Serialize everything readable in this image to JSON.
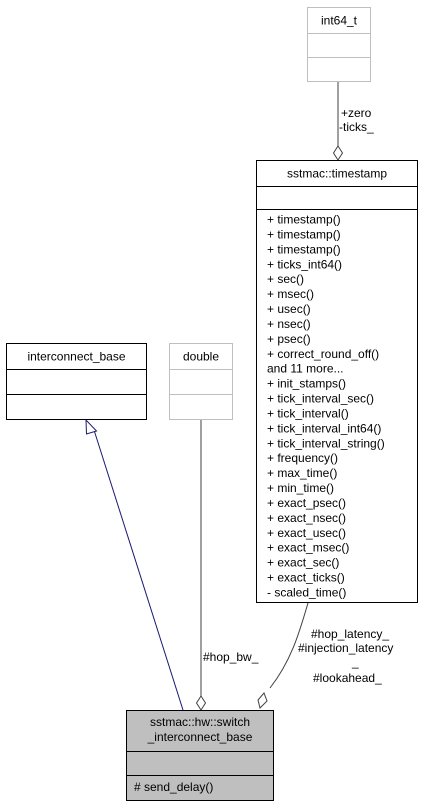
{
  "classes": {
    "int64_t": {
      "name": "int64_t",
      "attributes": [],
      "methods": []
    },
    "timestamp": {
      "name": "sstmac::timestamp",
      "attributes": [],
      "methods": [
        "+ timestamp()",
        "+ timestamp()",
        "+ timestamp()",
        "+ ticks_int64()",
        "+ sec()",
        "+ msec()",
        "+ usec()",
        "+ nsec()",
        "+ psec()",
        "+ correct_round_off()",
        "and 11 more...",
        "+ init_stamps()",
        "+ tick_interval_sec()",
        "+ tick_interval()",
        "+ tick_interval_int64()",
        "+ tick_interval_string()",
        "+ frequency()",
        "+ max_time()",
        "+ min_time()",
        "+ exact_psec()",
        "+ exact_nsec()",
        "+ exact_usec()",
        "+ exact_msec()",
        "+ exact_sec()",
        "+ exact_ticks()",
        "- scaled_time()"
      ]
    },
    "interconnect_base": {
      "name": "interconnect_base",
      "attributes": [],
      "methods": []
    },
    "double": {
      "name": "double",
      "attributes": [],
      "methods": []
    },
    "switch_interconnect_base": {
      "name_line1": "sstmac::hw::switch",
      "name_line2": "_interconnect_base",
      "attributes": [],
      "methods": [
        "# send_delay()"
      ]
    }
  },
  "edges": {
    "zero_ticks": {
      "label_line1": "+zero",
      "label_line2": "-ticks_"
    },
    "hop_bw": {
      "label": "#hop_bw_"
    },
    "timestamp_members": {
      "label_line1": "#hop_latency_",
      "label_line2": "#injection_latency",
      "label_line3": "_",
      "label_line4": "#lookahead_"
    }
  },
  "colors": {
    "class_border_gray": "#bfbfbf",
    "class_border_black": "#000000",
    "inheritance_edge": "#191970",
    "usage_edge": "#404040",
    "focus_fill": "#bfbfbf"
  }
}
